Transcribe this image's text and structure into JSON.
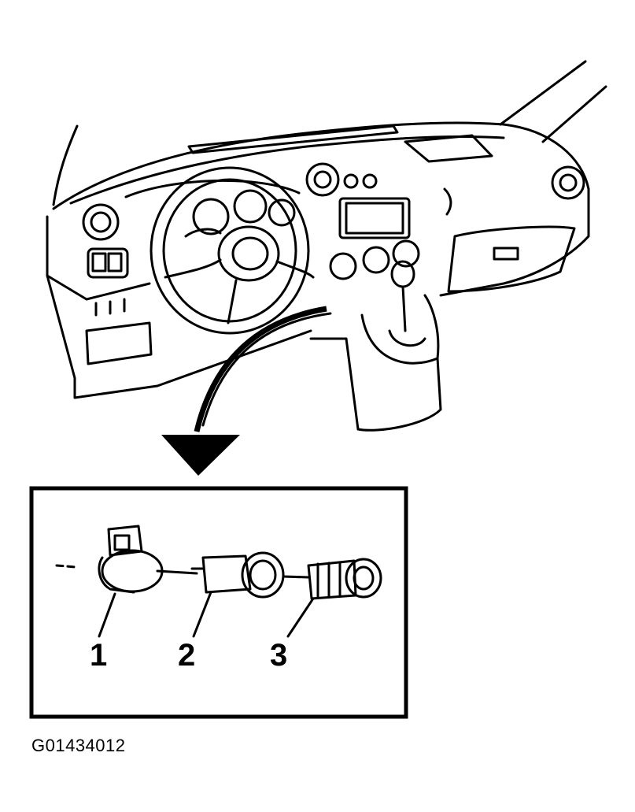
{
  "callouts": [
    {
      "label": "1",
      "part": "cigarette-lighter-retainer"
    },
    {
      "label": "2",
      "part": "cigarette-lighter-socket"
    },
    {
      "label": "3",
      "part": "cigarette-lighter-element"
    }
  ],
  "figure_code": "G01434012",
  "colors": {
    "ink": "#000000",
    "paper": "#ffffff"
  }
}
